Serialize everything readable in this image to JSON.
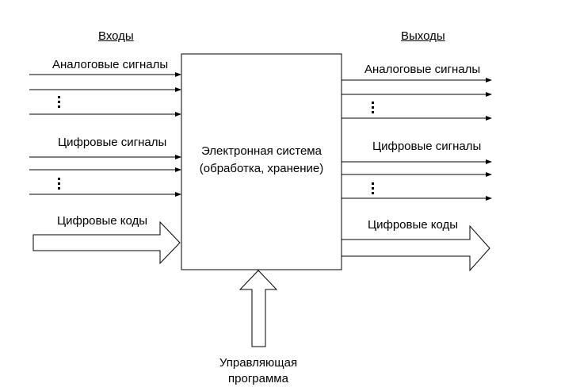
{
  "inputs": {
    "heading": "Входы",
    "analog_label": "Аналоговые сигналы",
    "digital_label": "Цифровые сигналы",
    "codes_label": "Цифровые коды"
  },
  "outputs": {
    "heading": "Выходы",
    "analog_label": "Аналоговые сигналы",
    "digital_label": "Цифровые сигналы",
    "codes_label": "Цифровые коды"
  },
  "system": {
    "line1": "Электронная система",
    "line2": "(обработка, хранение)"
  },
  "program": {
    "line1": "Управляющая",
    "line2": "программа"
  }
}
